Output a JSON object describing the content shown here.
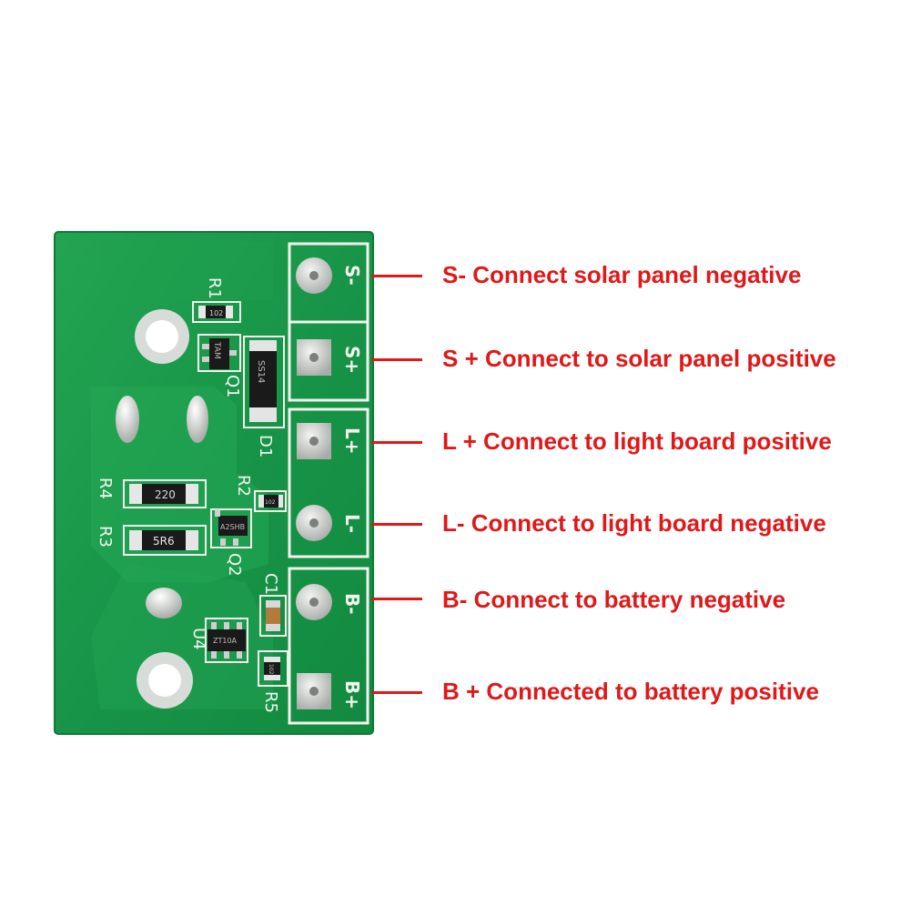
{
  "board": {
    "silkscreen": {
      "r1": "R1",
      "r2": "R2",
      "r3": "R3",
      "r4": "R4",
      "r5": "R5",
      "q1": "Q1",
      "q2": "Q2",
      "d1": "D1",
      "c1": "C1",
      "u4": "U4",
      "r4_marking": "220",
      "r3_marking": "5R6",
      "r1_marking": "102",
      "r2_marking": "102",
      "r5_marking": "102",
      "q1_marking": "TAM",
      "d1_marking": "SS14",
      "q2_marking": "A2SHB",
      "u4_marking": "ZT10A",
      "pad_s_neg": "S-",
      "pad_s_pos": "S+",
      "pad_l_pos": "L+",
      "pad_l_neg": "L-",
      "pad_b_neg": "B-",
      "pad_b_pos": "B+"
    }
  },
  "callouts": [
    "S- Connect solar panel negative",
    "S + Connect to solar panel positive",
    "L + Connect to light board positive",
    "L- Connect to light board negative",
    "B- Connect to battery negative",
    "B + Connected to battery positive"
  ],
  "colors": {
    "pcb_green": "#1a9a48",
    "silkscreen": "#f2f4ee",
    "callout_red": "#e01818"
  }
}
